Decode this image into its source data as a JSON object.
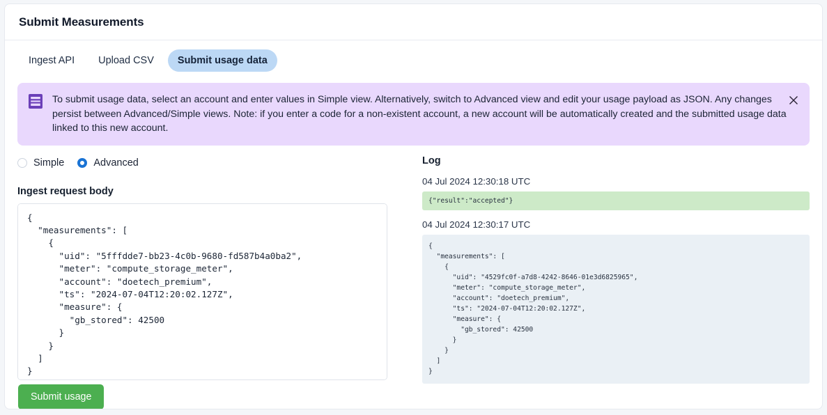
{
  "header": {
    "title": "Submit Measurements"
  },
  "tabs": [
    {
      "label": "Ingest API",
      "active": false
    },
    {
      "label": "Upload CSV",
      "active": false
    },
    {
      "label": "Submit usage data",
      "active": true
    }
  ],
  "banner": {
    "icon": "book-icon",
    "text": "To submit usage data, select an account and enter values in Simple view. Alternatively, switch to Advanced view and edit your usage payload as JSON. Any changes persist between Advanced/Simple views. Note: if you enter a code for a non-existent account, a new account will be automatically created and the submitted usage data linked to this new account.",
    "close_icon": "close-icon",
    "background_color": "#e9d8fd",
    "icon_color": "#6b3fb8"
  },
  "view_mode": {
    "options": [
      {
        "label": "Simple",
        "selected": false
      },
      {
        "label": "Advanced",
        "selected": true
      }
    ],
    "accent_color": "#1a73d4"
  },
  "request": {
    "label": "Ingest request body",
    "body": "{\n  \"measurements\": [\n    {\n      \"uid\": \"5fffdde7-bb23-4c0b-9680-fd587b4a0ba2\",\n      \"meter\": \"compute_storage_meter\",\n      \"account\": \"doetech_premium\",\n      \"ts\": \"2024-07-04T12:20:02.127Z\",\n      \"measure\": {\n        \"gb_stored\": 42500\n      }\n    }\n  ]\n}"
  },
  "log": {
    "title": "Log",
    "entries": [
      {
        "timestamp": "04 Jul 2024 12:30:18 UTC",
        "kind": "success",
        "body": "{\"result\":\"accepted\"}",
        "background_color": "#cdeac8"
      },
      {
        "timestamp": "04 Jul 2024 12:30:17 UTC",
        "kind": "request",
        "body": "{\n  \"measurements\": [\n    {\n      \"uid\": \"4529fc0f-a7d8-4242-8646-01e3d6825965\",\n      \"meter\": \"compute_storage_meter\",\n      \"account\": \"doetech_premium\",\n      \"ts\": \"2024-07-04T12:20:02.127Z\",\n      \"measure\": {\n        \"gb_stored\": 42500\n      }\n    }\n  ]\n}",
        "background_color": "#eaf0f5"
      }
    ]
  },
  "footer": {
    "submit_label": "Submit usage",
    "submit_color": "#4caf50"
  }
}
